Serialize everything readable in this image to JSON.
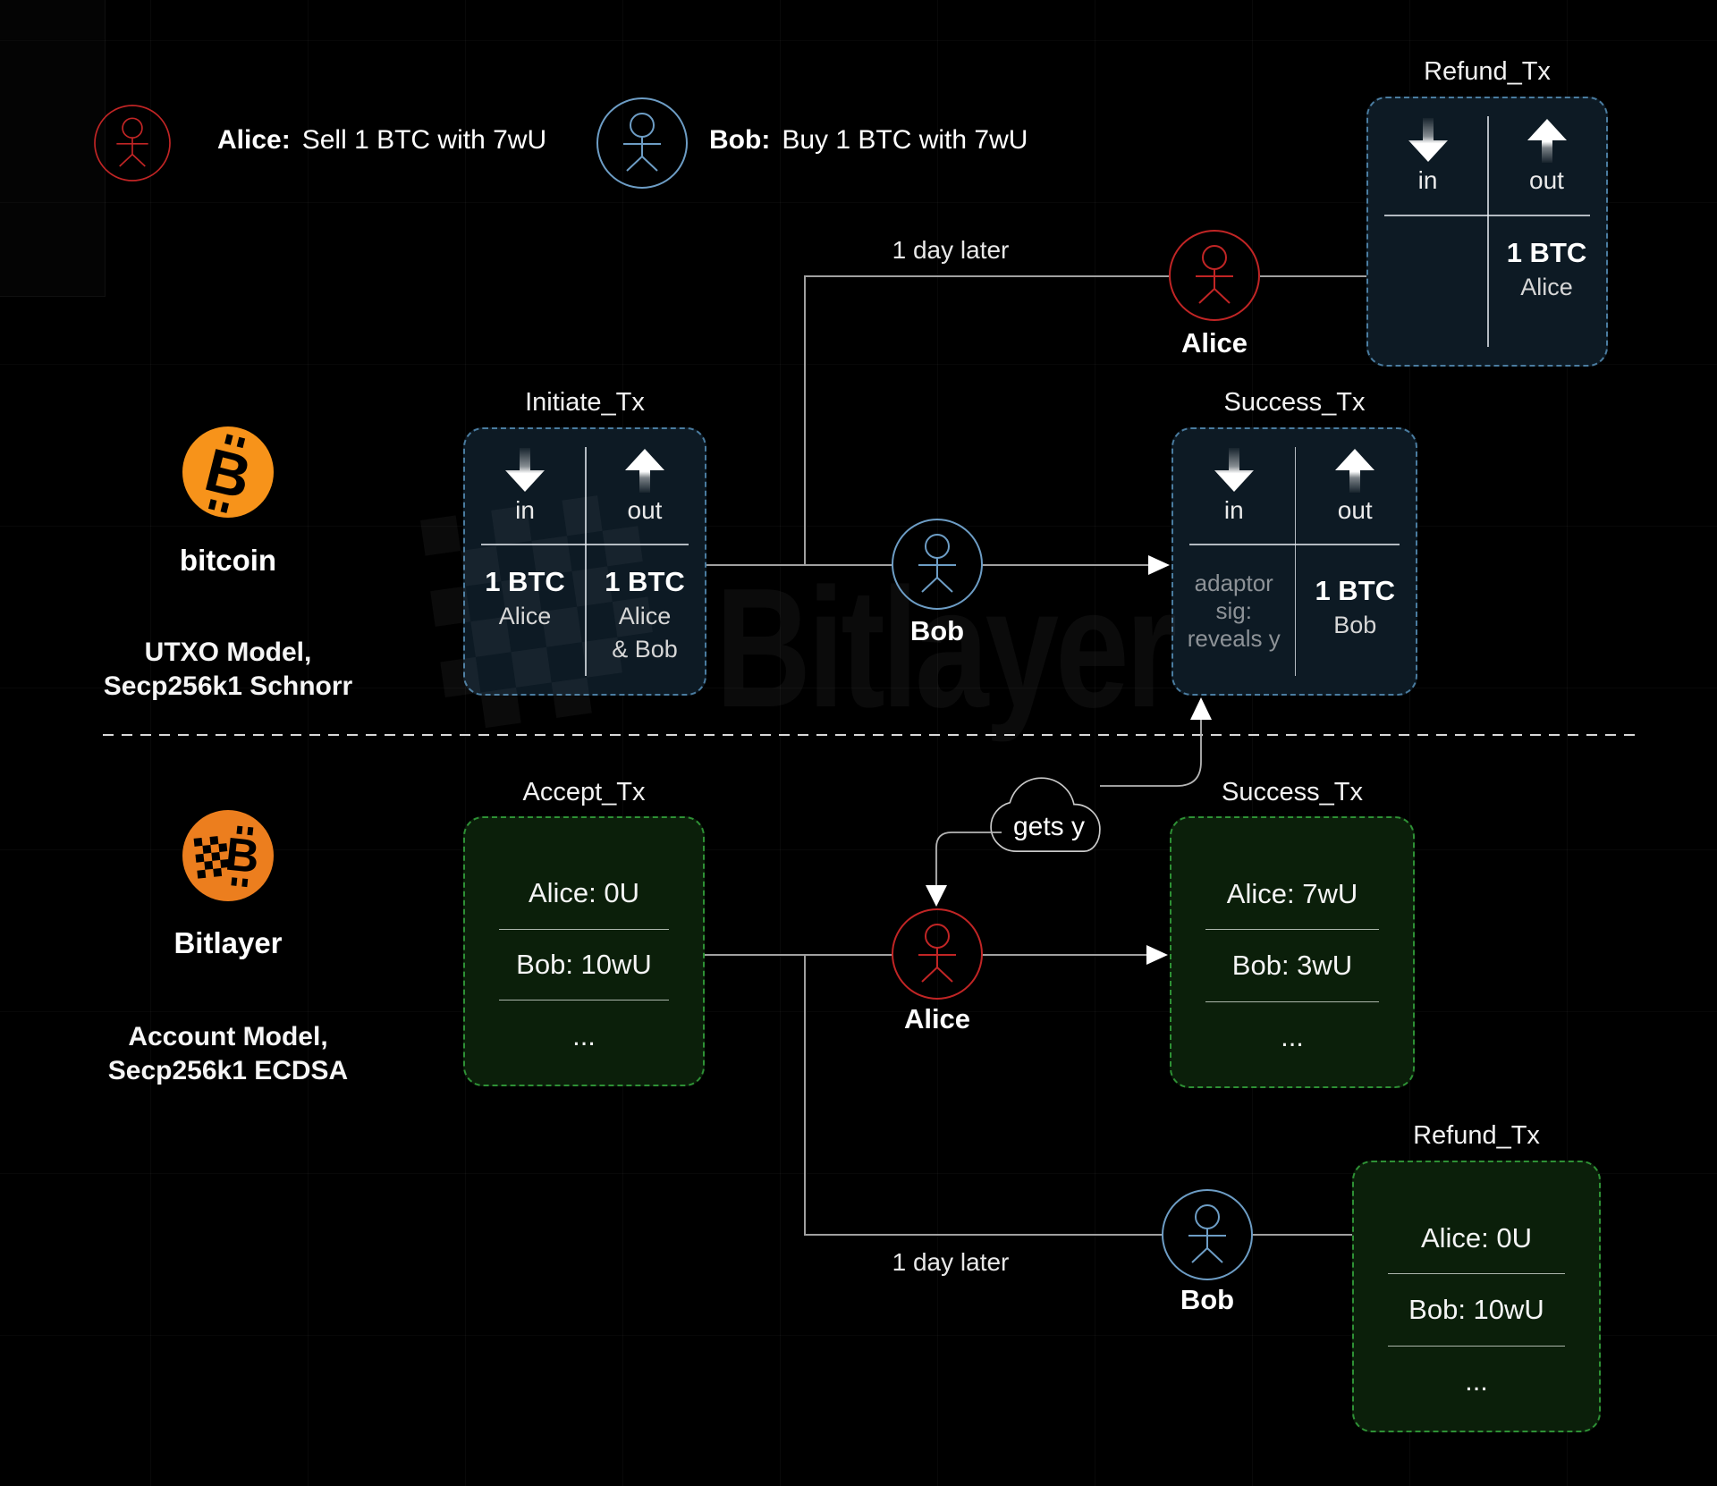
{
  "legend": {
    "alice_name": "Alice:",
    "alice_desc": "Sell 1 BTC with 7wU",
    "bob_name": "Bob:",
    "bob_desc": "Buy 1 BTC with 7wU"
  },
  "chains": {
    "bitcoin_name": "bitcoin",
    "bitcoin_model1": "UTXO Model,",
    "bitcoin_model2": "Secp256k1 Schnorr",
    "bitlayer_name": "Bitlayer",
    "bitlayer_model1": "Account Model,",
    "bitlayer_model2": "Secp256k1 ECDSA"
  },
  "flow": {
    "day_later_top": "1 day later",
    "day_later_bottom": "1 day later",
    "gets_y": "gets y",
    "actor_alice_top": "Alice",
    "actor_bob_mid": "Bob",
    "actor_alice_mid": "Alice",
    "actor_bob_bottom": "Bob"
  },
  "boxes": {
    "refund_btc": {
      "title": "Refund_Tx",
      "in_label": "in",
      "out_label": "out",
      "out_amount": "1 BTC",
      "out_party": "Alice"
    },
    "initiate": {
      "title": "Initiate_Tx",
      "in_label": "in",
      "out_label": "out",
      "in_amount": "1 BTC",
      "in_party": "Alice",
      "out_amount": "1 BTC",
      "out_party_line1": "Alice",
      "out_party_line2": "& Bob"
    },
    "success_btc": {
      "title": "Success_Tx",
      "in_label": "in",
      "out_label": "out",
      "in_note_line1": "adaptor",
      "in_note_line2": "sig:",
      "in_note_line3": "reveals y",
      "out_amount": "1 BTC",
      "out_party": "Bob"
    },
    "accept": {
      "title": "Accept_Tx",
      "rows": [
        "Alice: 0U",
        "Bob: 10wU",
        "..."
      ]
    },
    "success_l2": {
      "title": "Success_Tx",
      "rows": [
        "Alice: 7wU",
        "Bob: 3wU",
        "..."
      ]
    },
    "refund_l2": {
      "title": "Refund_Tx",
      "rows": [
        "Alice: 0U",
        "Bob: 10wU",
        "..."
      ]
    }
  },
  "watermark": {
    "text": "Bitlayer"
  },
  "colors": {
    "bitcoin_orange": "#f7931a",
    "bitlayer_orange": "#ec7e1e",
    "alice_red": "#c12525",
    "bob_blue": "#6d9dc5",
    "blue_box_bg": "#0d1a24",
    "blue_box_border": "#4a7ca0",
    "green_box_bg": "#0b1f0a",
    "green_box_border": "#2e9135",
    "note_gray": "#8d9297",
    "wire_gray": "#a0a0a0"
  }
}
